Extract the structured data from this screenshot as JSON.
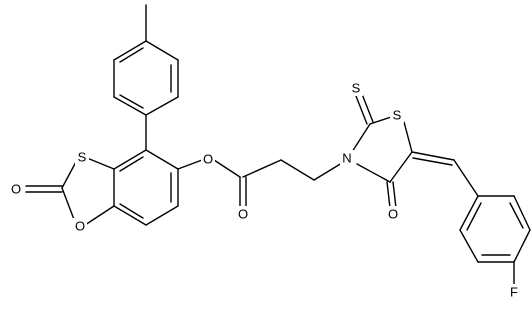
{
  "atoms": {
    "S_thiol": "S",
    "O_carbonyl_ring": "O",
    "O_ring": "O",
    "O_ester": "O",
    "O_ester_carbonyl": "O",
    "N_rhodanine": "N",
    "S_thione": "S",
    "S_ring": "S",
    "O_rhodanine": "O",
    "F": "F"
  },
  "colors": {
    "ink": "#000000",
    "background": "#ffffff"
  }
}
